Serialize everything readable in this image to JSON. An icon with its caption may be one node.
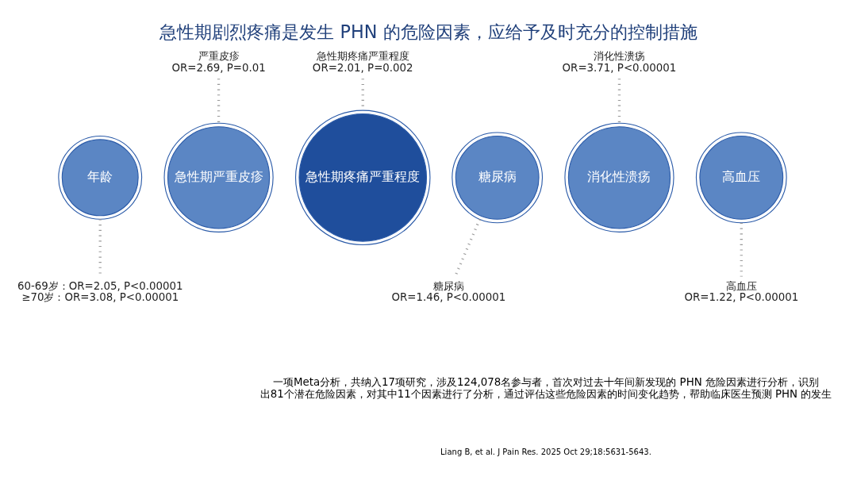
{
  "diagram": {
    "title": "急性期剧烈疼痛是发生 PHN 的危险因素，应给予及时充分的控制措施",
    "nodes": [
      {
        "text": [
          "年龄"
        ]
      },
      {
        "text": [
          "急性期严重皮疹"
        ]
      },
      {
        "text": [
          "急性期疼痛严重程度"
        ]
      },
      {
        "text": [
          "糖尿病"
        ]
      },
      {
        "text": [
          "消化性溃疡"
        ]
      },
      {
        "text": [
          "高血压"
        ]
      },
      {
        "text": [
          "60-69岁：OR=2.05, P<0.00001",
          "≥70岁：OR=3.08, P<0.00001"
        ]
      },
      {
        "text": [
          "严重皮疹",
          "OR=2.69, P=0.01"
        ]
      },
      {
        "text": [
          "急性期疼痛严重程度",
          "OR=2.01, P=0.002"
        ]
      },
      {
        "text": [
          "糖尿病",
          "OR=1.46, P<0.00001"
        ]
      },
      {
        "text": [
          "消化性溃疡",
          "OR=3.71, P<0.00001"
        ]
      },
      {
        "text": [
          "高血压",
          "OR=1.22, P<0.00001"
        ]
      }
    ],
    "edges": [
      {
        "from": 0,
        "to": 6,
        "arrow": "none",
        "style": "dashed"
      },
      {
        "from": 7,
        "to": 1,
        "arrow": "none",
        "style": "dashed"
      },
      {
        "from": 8,
        "to": 2,
        "arrow": "none",
        "style": "dashed"
      },
      {
        "from": 3,
        "to": 9,
        "arrow": "none",
        "style": "dashed"
      },
      {
        "from": 10,
        "to": 4,
        "arrow": "none",
        "style": "dashed"
      },
      {
        "from": 5,
        "to": 11,
        "arrow": "none",
        "style": "dashed"
      }
    ],
    "labels": [
      "一项Meta分析，共纳入17项研究，涉及124,078名参与者，首次对过去十年间新发现的 PHN 危险因素进行分析，识别出81个潜在危险因素，对其中11个因素进行了分析，通过评估这些危险因素的时间变化趋势，帮助临床医生预测 PHN 的发生",
      "Liang B, et al. J Pain Res. 2025 Oct 29;18:5631-5643."
    ]
  }
}
